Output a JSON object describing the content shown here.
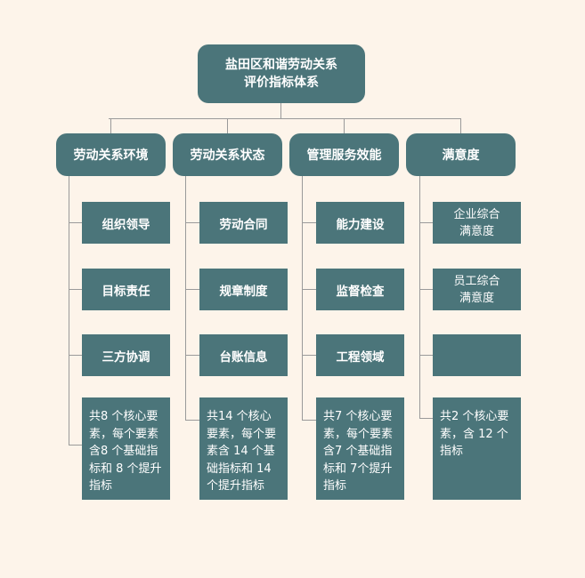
{
  "root": {
    "line1": "盐田区和谐劳动关系",
    "line2": "评价指标体系"
  },
  "columns": [
    {
      "title": "劳动关系环境",
      "items": [
        "组织领导",
        "目标责任",
        "三方协调"
      ],
      "note": "共8 个核心要素，每个要素含8 个基础指标和 8 个提升指标"
    },
    {
      "title": "劳动关系状态",
      "items": [
        "劳动合同",
        "规章制度",
        "台账信息"
      ],
      "note": "共14 个核心要素，每个要素含 14 个基础指标和 14 个提升指标"
    },
    {
      "title": "管理服务效能",
      "items": [
        "能力建设",
        "监督检查",
        "工程领域"
      ],
      "note": "共7 个核心要素，每个要素含7 个基础指标和 7个提升指标"
    },
    {
      "title": "满意度",
      "items": [
        [
          "企业综合",
          "满意度"
        ],
        [
          "员工综合",
          "满意度"
        ],
        ""
      ],
      "note": "共2 个核心要素，含 12 个指标"
    }
  ],
  "colors": {
    "background": "#fdf4ea",
    "box": "#4b757a",
    "line": "#9a9a9a"
  }
}
